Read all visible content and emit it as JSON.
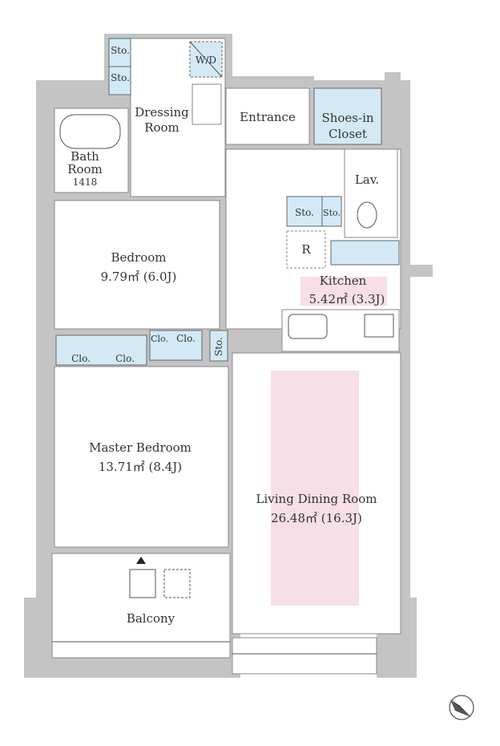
{
  "plan": {
    "rooms": {
      "dressing": {
        "line1": "Dressing",
        "line2": "Room"
      },
      "entrance": {
        "label": "Entrance"
      },
      "shoes_closet": {
        "line1": "Shoes-in",
        "line2": "Closet"
      },
      "bath": {
        "line1": "Bath",
        "line2": "Room",
        "size": "1418"
      },
      "lav": {
        "label": "Lav."
      },
      "kitchen": {
        "label": "Kitchen",
        "area": "5.42㎡ (3.3J)"
      },
      "bedroom": {
        "label": "Bedroom",
        "area": "9.79㎡ (6.0J)"
      },
      "master_bedroom": {
        "label": "Master Bedroom",
        "area": "13.71㎡ (8.4J)"
      },
      "living": {
        "label": "Living Dining Room",
        "area": "26.48㎡ (16.3J)"
      },
      "balcony": {
        "label": "Balcony"
      }
    },
    "storage": {
      "sto": "Sto.",
      "clo": "Clo.",
      "wd": "W/D",
      "fridge": "R"
    },
    "colors": {
      "wall": "#c4c4c4",
      "storage": "#d3eaf6",
      "highlight": "#f8dfe7"
    }
  }
}
